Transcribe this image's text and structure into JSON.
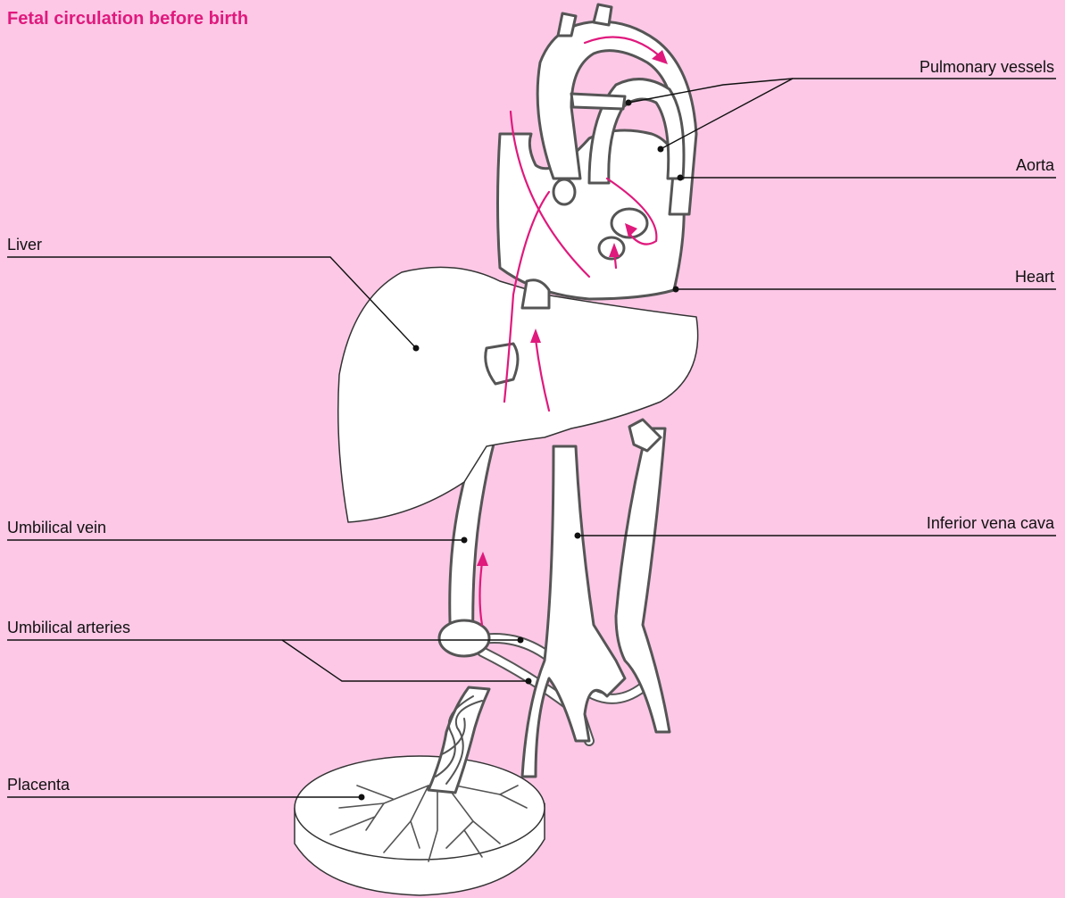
{
  "title": "Fetal circulation before birth",
  "colors": {
    "background": "#fcc8e6",
    "accent": "#e0197d",
    "line": "#555555"
  },
  "labels": {
    "pulmonary_vessels": "Pulmonary vessels",
    "aorta": "Aorta",
    "liver": "Liver",
    "heart": "Heart",
    "umbilical_vein": "Umbilical vein",
    "inferior_vena_cava": "Inferior vena cava",
    "umbilical_arteries": "Umbilical arteries",
    "placenta": "Placenta"
  }
}
